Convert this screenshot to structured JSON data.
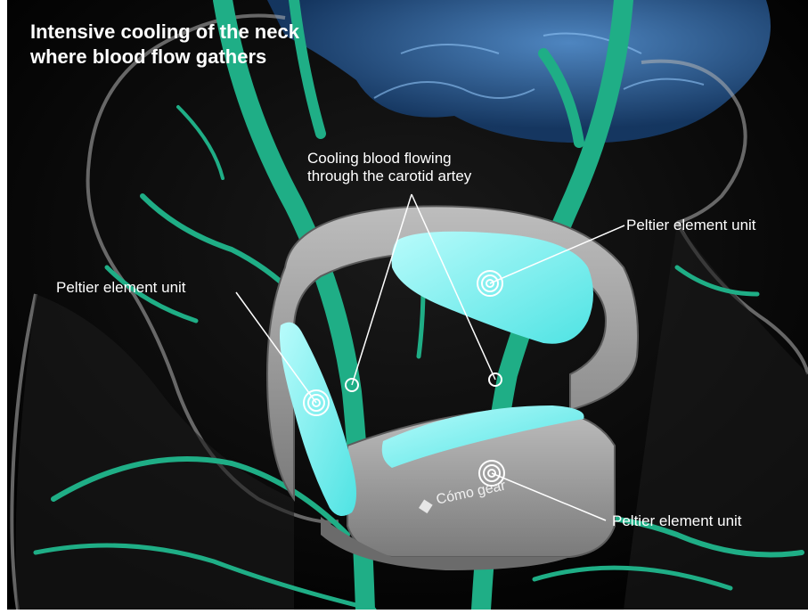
{
  "title": {
    "line1": "Intensive cooling of the neck",
    "line2": "where blood flow gathers"
  },
  "callouts": {
    "carotid_line1": "Cooling blood flowing",
    "carotid_line2": "through the carotid artey",
    "peltier_right": "Peltier element unit",
    "peltier_left": "Peltier element unit",
    "peltier_bottom": "Peltier element unit"
  },
  "device": {
    "brand": "Cómo gear"
  },
  "colors": {
    "background": "#000000",
    "vessel": "#1fae86",
    "pad": "#7ff3f2",
    "device_body": "#9a9a9a",
    "skin_outline": "#c8c8c8",
    "brain": "#2f6fb3"
  }
}
